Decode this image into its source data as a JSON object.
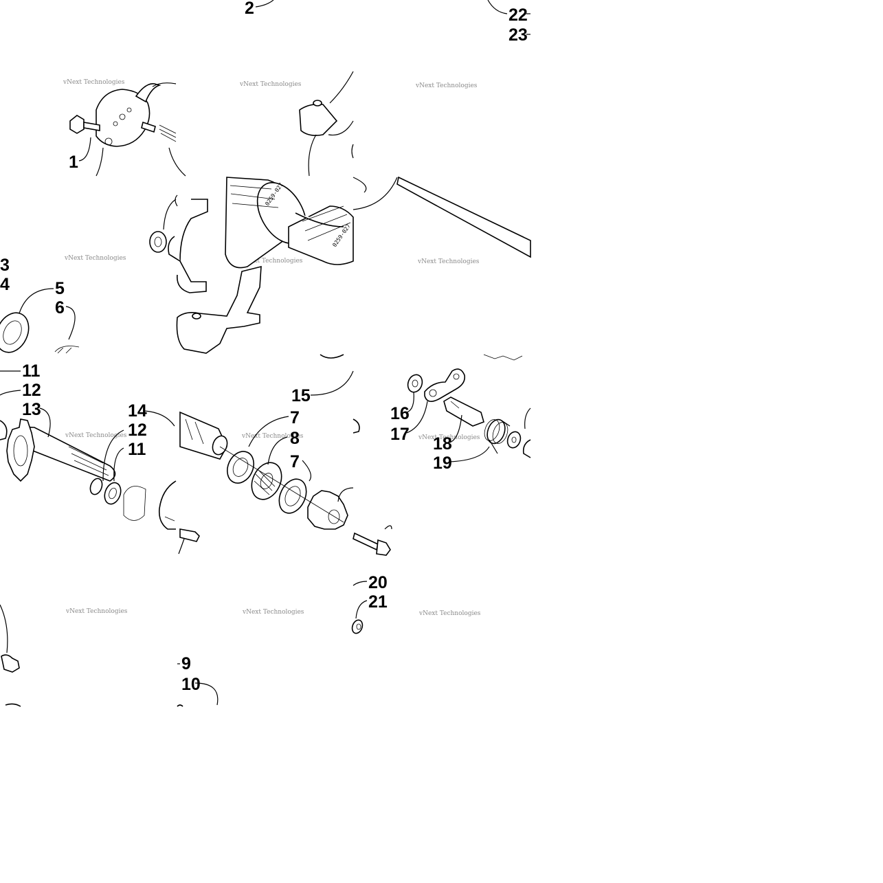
{
  "watermark": {
    "text": "vNext Technologies"
  },
  "callouts": [
    {
      "id": "c-2",
      "text": "2"
    },
    {
      "id": "c-22",
      "text": "22"
    },
    {
      "id": "c-23",
      "text": "23"
    },
    {
      "id": "c-1",
      "text": "1"
    },
    {
      "id": "c-3",
      "text": "3"
    },
    {
      "id": "c-4",
      "text": "4"
    },
    {
      "id": "c-5",
      "text": "5"
    },
    {
      "id": "c-6",
      "text": "6"
    },
    {
      "id": "c-11a",
      "text": "11"
    },
    {
      "id": "c-12a",
      "text": "12"
    },
    {
      "id": "c-13",
      "text": "13"
    },
    {
      "id": "c-14",
      "text": "14"
    },
    {
      "id": "c-12b",
      "text": "12"
    },
    {
      "id": "c-11b",
      "text": "11"
    },
    {
      "id": "c-15",
      "text": "15"
    },
    {
      "id": "c-7a",
      "text": "7"
    },
    {
      "id": "c-8",
      "text": "8"
    },
    {
      "id": "c-7b",
      "text": "7"
    },
    {
      "id": "c-16",
      "text": "16"
    },
    {
      "id": "c-17",
      "text": "17"
    },
    {
      "id": "c-18",
      "text": "18"
    },
    {
      "id": "c-19",
      "text": "19"
    },
    {
      "id": "c-20",
      "text": "20"
    },
    {
      "id": "c-21",
      "text": "21"
    },
    {
      "id": "c-9",
      "text": "9"
    },
    {
      "id": "c-10",
      "text": "10"
    }
  ],
  "part_stamp": {
    "text": "0259-027"
  }
}
